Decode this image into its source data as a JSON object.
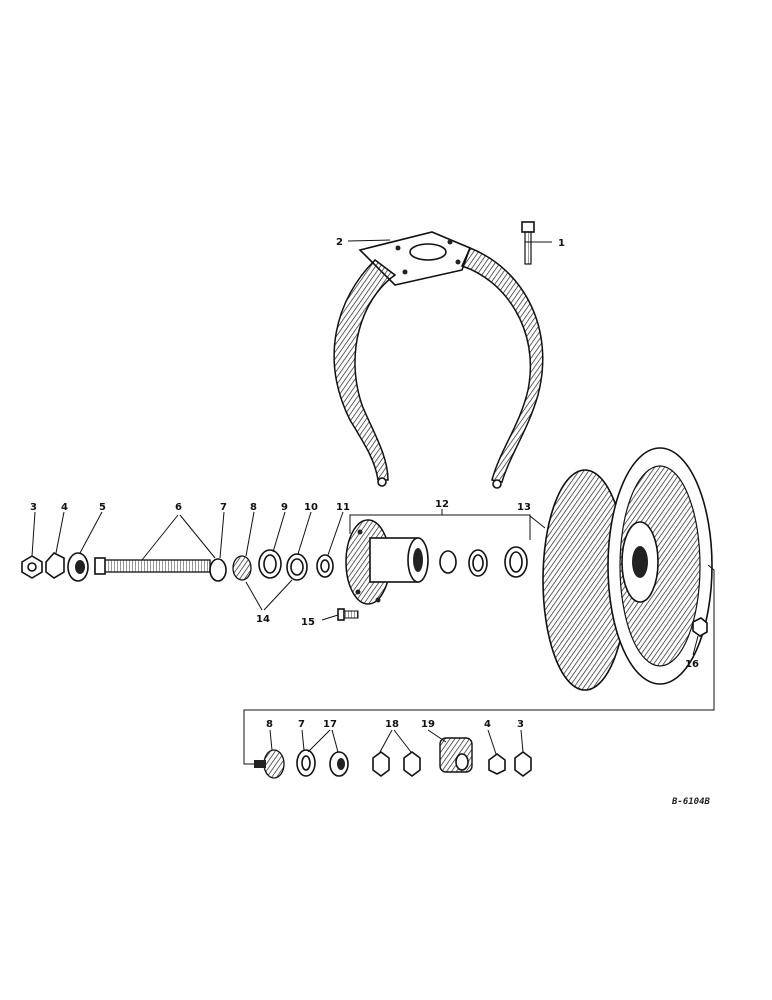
{
  "callouts": {
    "c1": "1",
    "c2": "2",
    "c3a": "3",
    "c4a": "4",
    "c5": "5",
    "c6": "6",
    "c7a": "7",
    "c8a": "8",
    "c9": "9",
    "c10": "10",
    "c11": "11",
    "c12": "12",
    "c13": "13",
    "c14": "14",
    "c15": "15",
    "c16": "16",
    "c8b": "8",
    "c7b": "7",
    "c17": "17",
    "c18": "18",
    "c19": "19",
    "c4b": "4",
    "c3b": "3"
  },
  "drawing_number": "B-6104B"
}
